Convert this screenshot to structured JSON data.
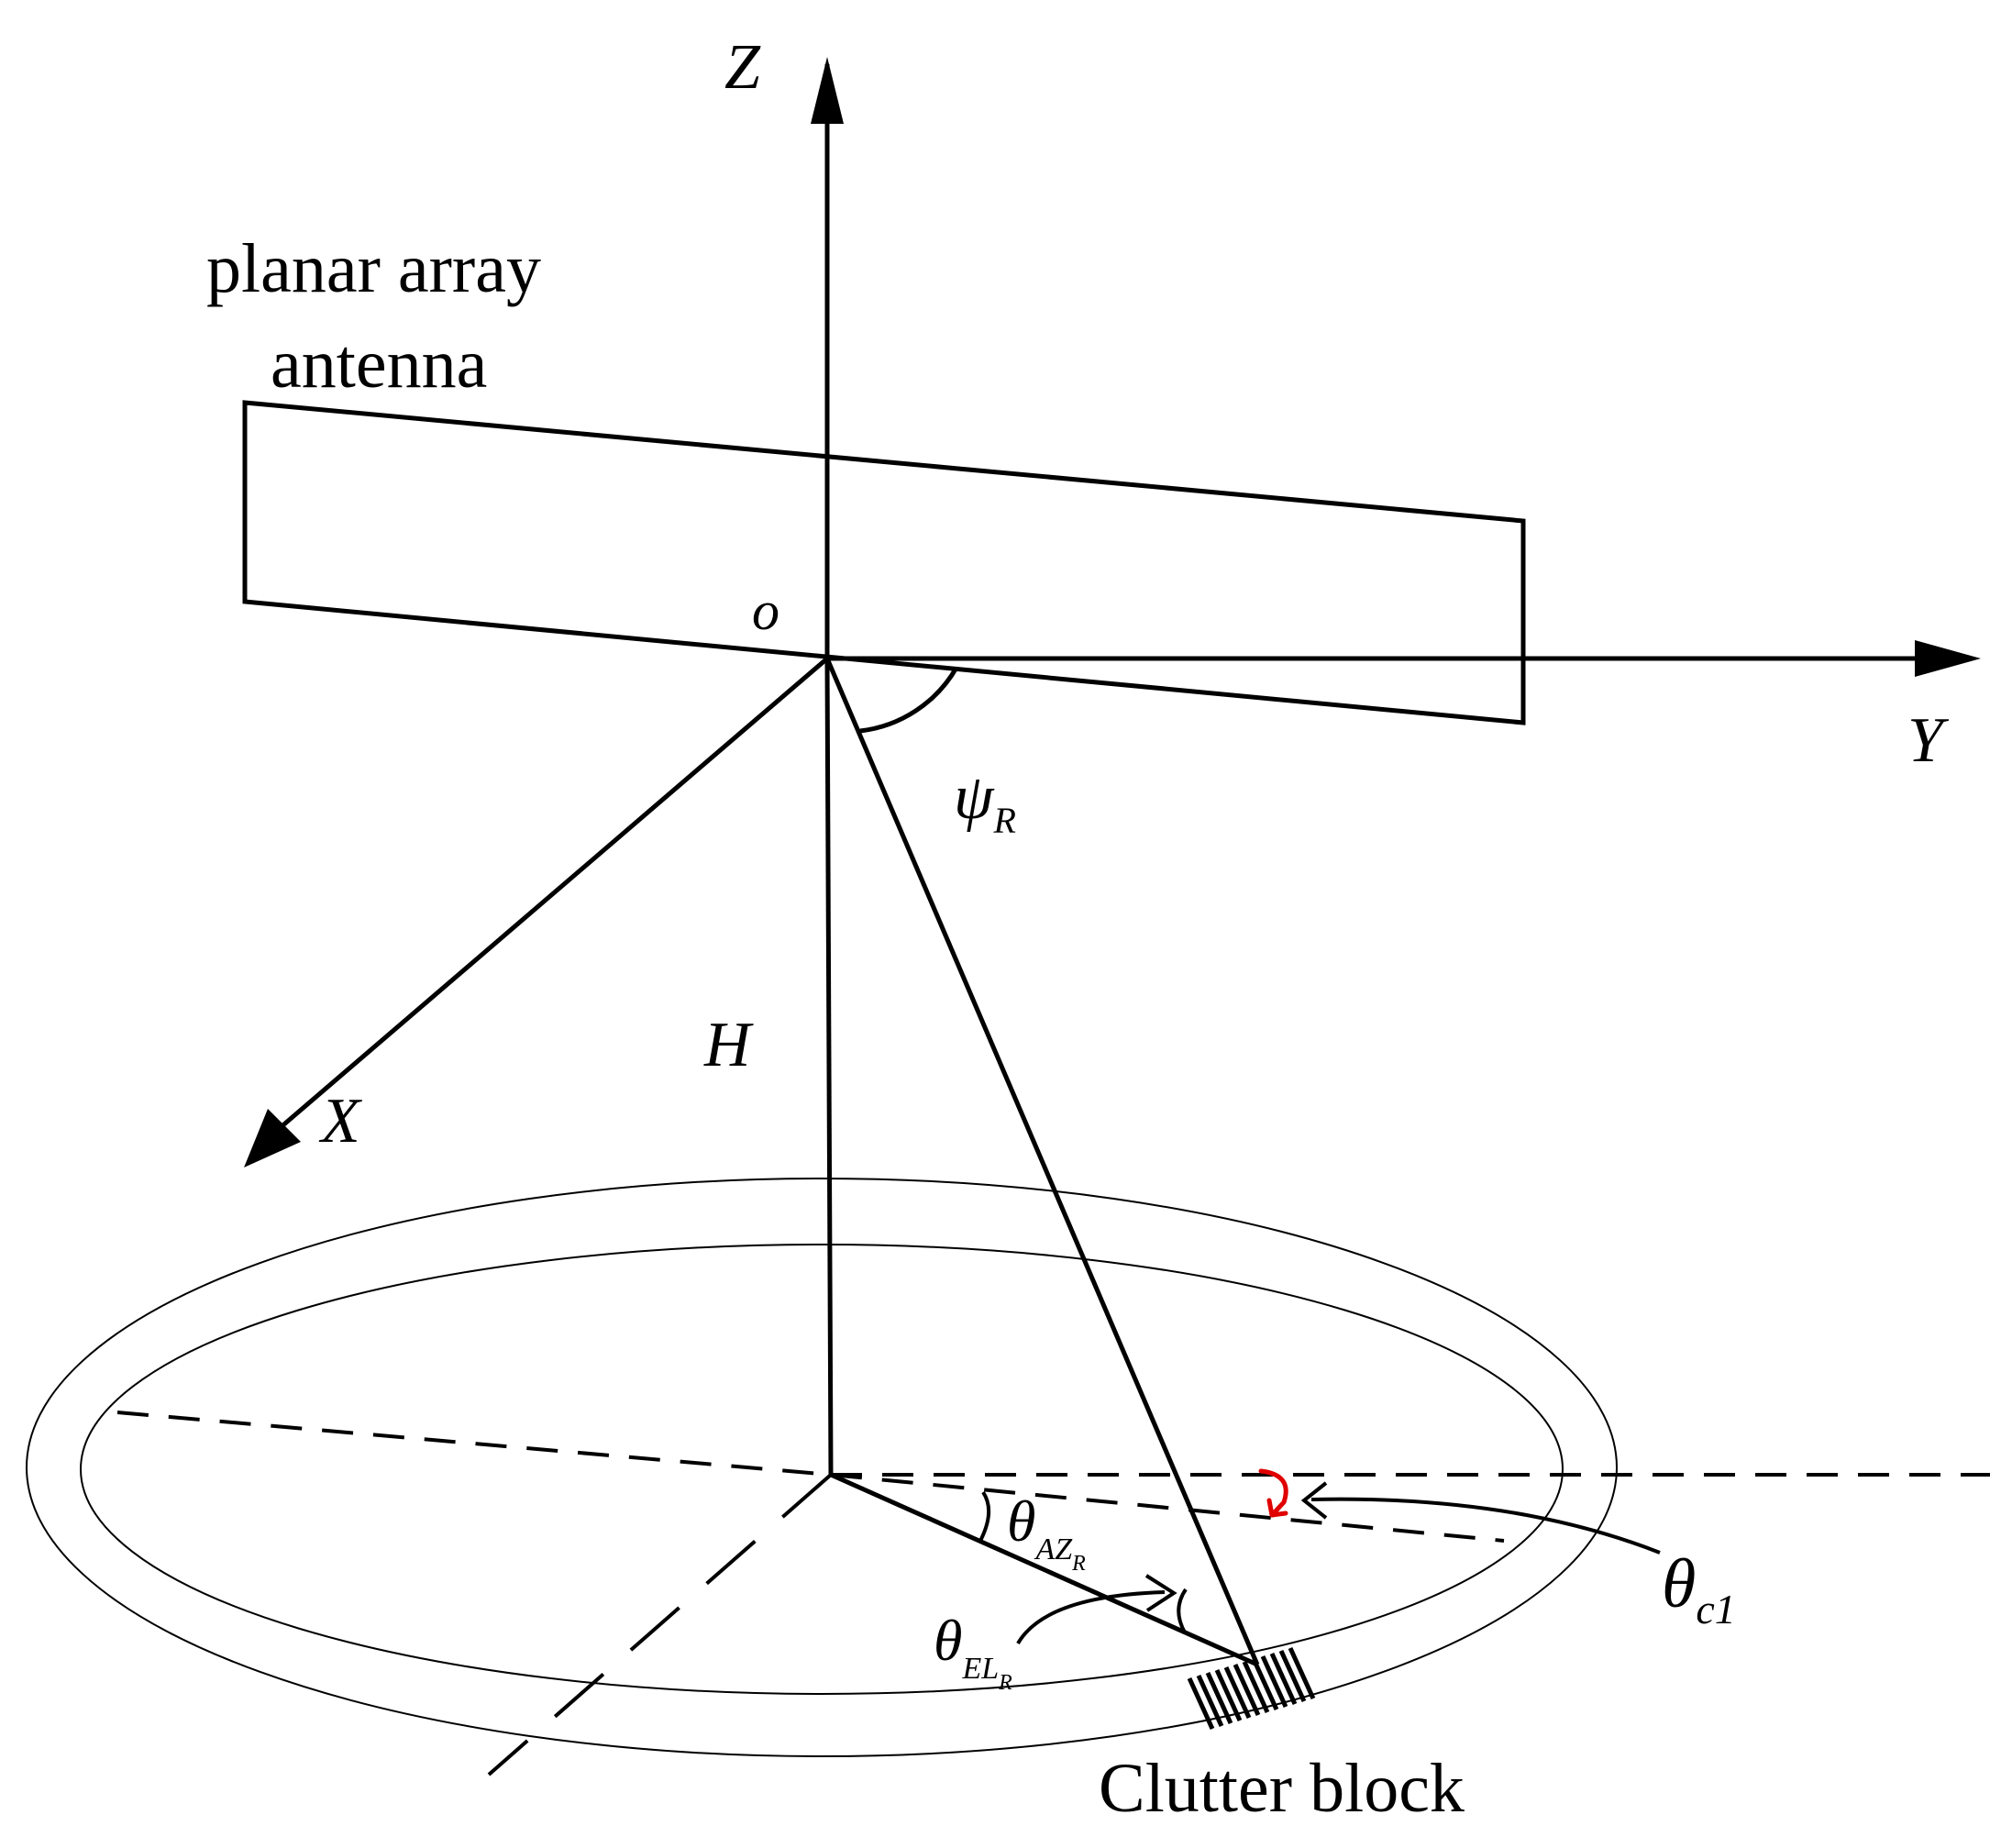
{
  "labels": {
    "antenna_line1": "planar array",
    "antenna_line2": "antenna",
    "origin": "o",
    "z_axis": "Z",
    "y_axis": "Y",
    "x_axis": "X",
    "height": "H",
    "psi": "ψ",
    "psi_sub": "R",
    "theta": "θ",
    "theta_az_sub": "AZ",
    "theta_az_subsub": "R",
    "theta_el_sub": "EL",
    "theta_el_subsub": "R",
    "theta_c1_sub": "c1",
    "clutter_block": "Clutter block"
  },
  "colors": {
    "line": "#000000",
    "annotation_mark": "#e00000",
    "background": "#ffffff"
  }
}
